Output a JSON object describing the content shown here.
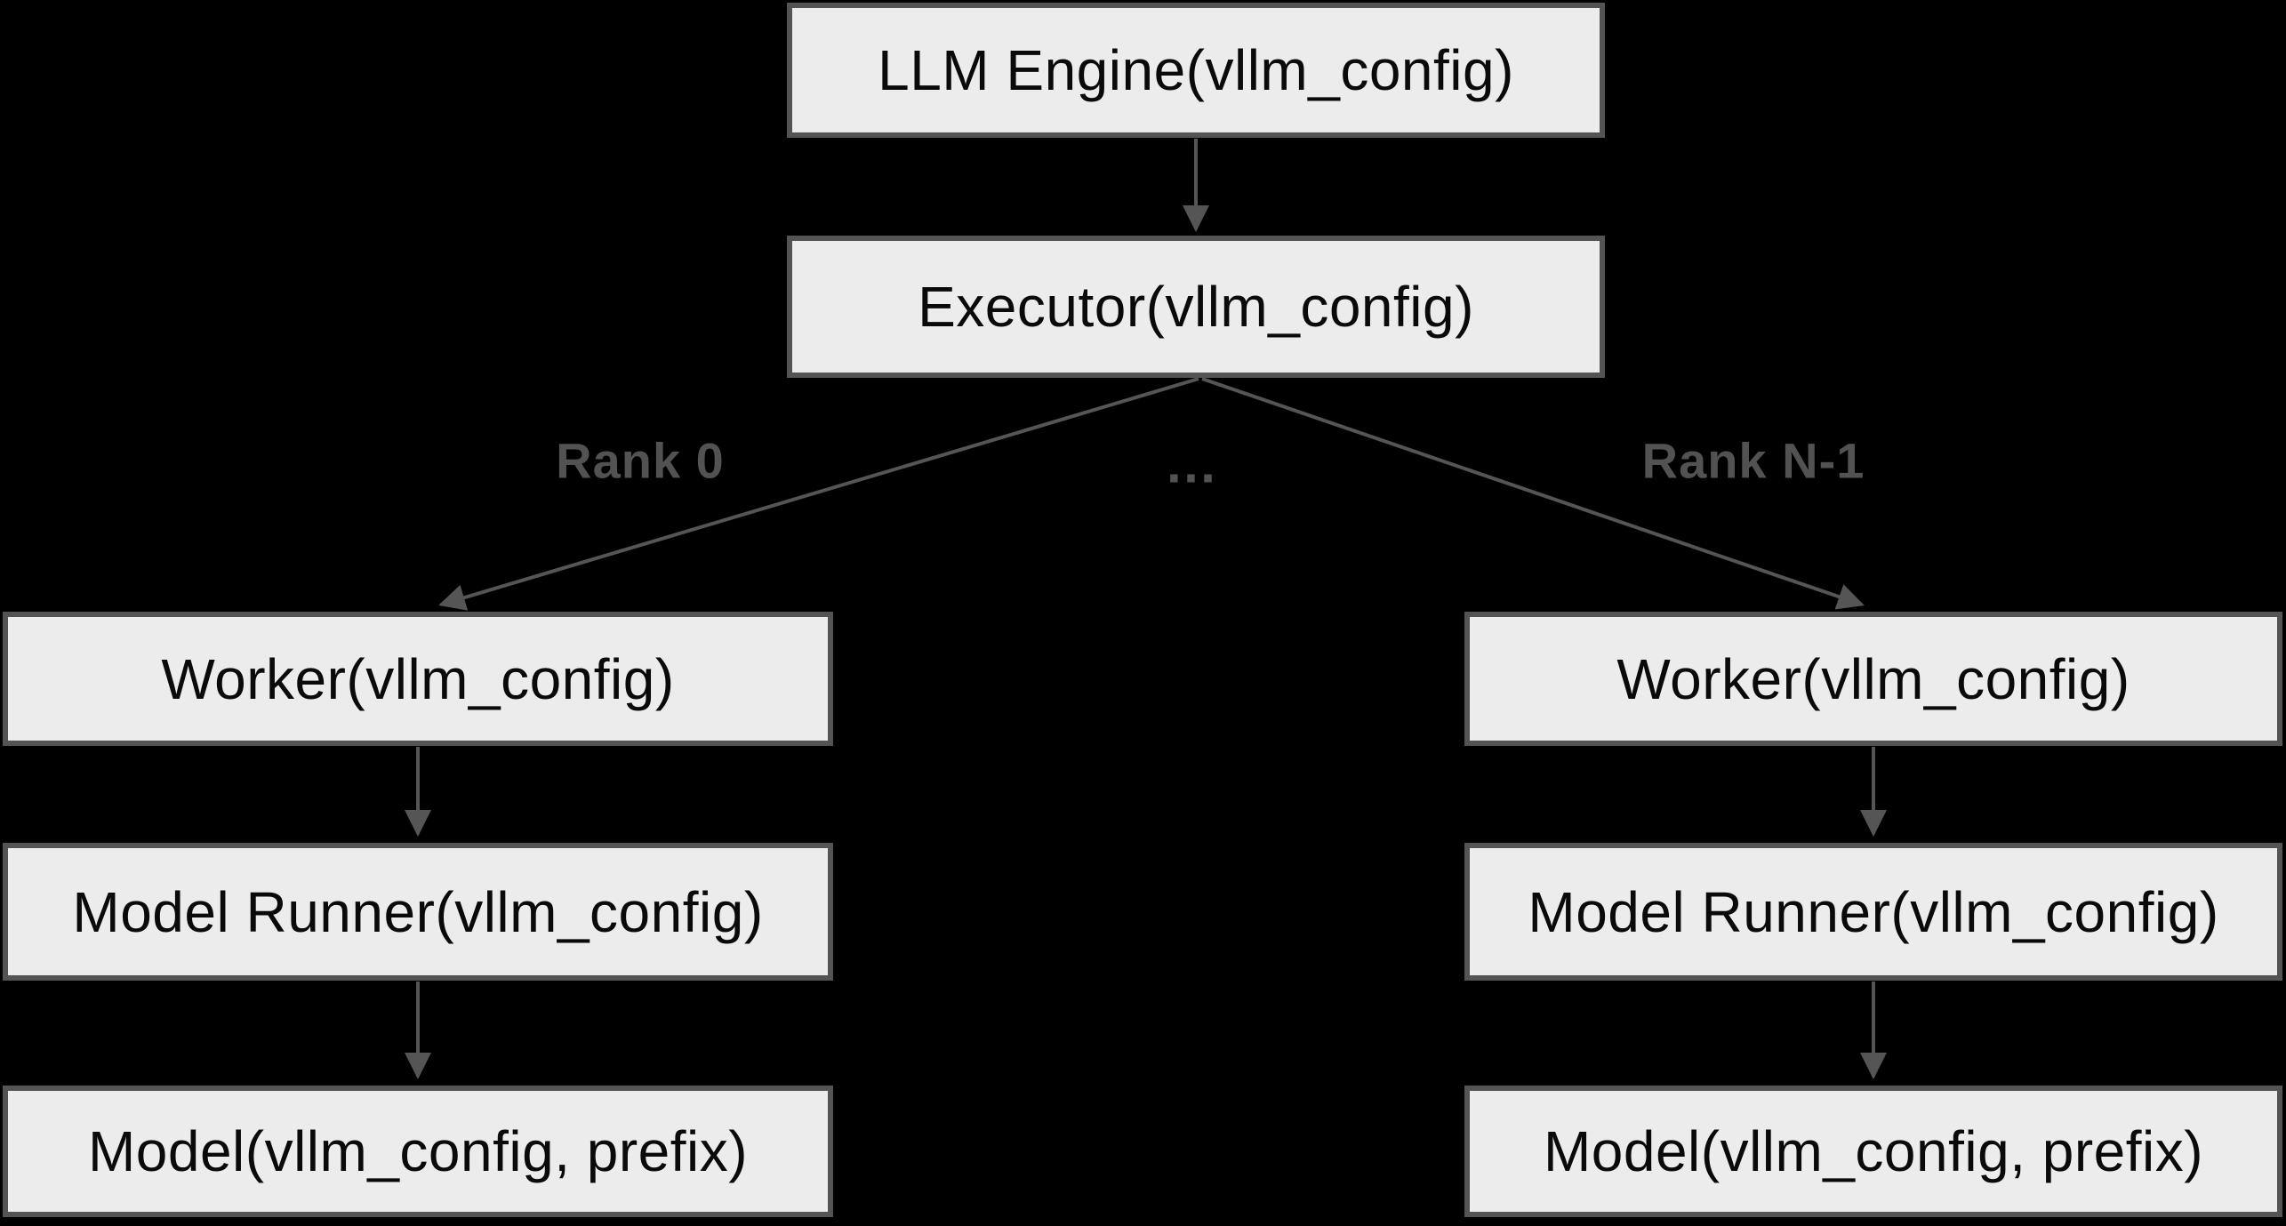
{
  "palette": {
    "background": "#000000",
    "box_fill": "#ececec",
    "box_border": "#545454",
    "box_text": "#0a0a0a",
    "arrow": "#555555",
    "label_text": "#525252"
  },
  "nodes": {
    "llm_engine": {
      "label": "LLM Engine(vllm_config)"
    },
    "executor": {
      "label": "Executor(vllm_config)"
    },
    "worker_left": {
      "label": "Worker(vllm_config)"
    },
    "worker_right": {
      "label": "Worker(vllm_config)"
    },
    "model_runner_left": {
      "label": "Model Runner(vllm_config)"
    },
    "model_runner_right": {
      "label": "Model Runner(vllm_config)"
    },
    "model_left": {
      "label": "Model(vllm_config, prefix)"
    },
    "model_right": {
      "label": "Model(vllm_config, prefix)"
    }
  },
  "edge_labels": {
    "rank_0": "Rank 0",
    "ellipsis": "…",
    "rank_n_1": "Rank N-1"
  }
}
